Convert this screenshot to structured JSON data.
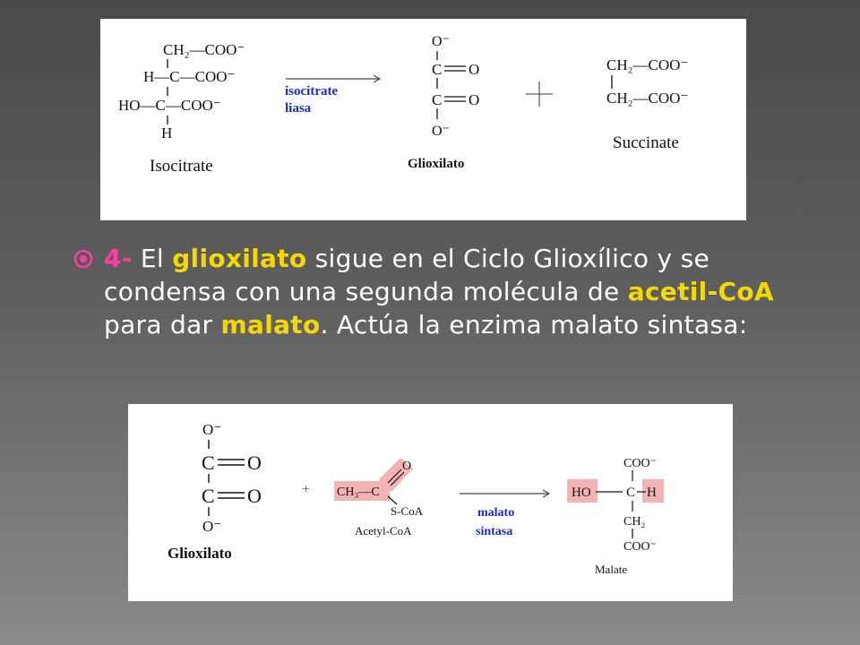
{
  "top_reaction": {
    "reactant_lines": [
      "CH₂—COO⁻",
      "H—C—COO⁻",
      "HO—C—COO⁻",
      "H"
    ],
    "reactant_name": "Isocitrate",
    "enzyme_line1": "isocitrate",
    "enzyme_line2": "liasa",
    "product1_name": "Glioxilato",
    "plus": "+",
    "product2_lines": [
      "CH₂—COO⁻",
      "CH₂—COO⁻"
    ],
    "product2_name": "Succinate",
    "oxy_top": "O⁻",
    "oxy_bottom": "O⁻",
    "carbon": "C",
    "oxygen": "O"
  },
  "bullet": {
    "number": "4-",
    "t1": " El ",
    "k1": "glioxilato",
    "t2": " sigue en el Ciclo Glioxílico y se condensa con una segunda molécula de ",
    "k2": "acetil-CoA",
    "t3": " para dar ",
    "k3": "malato",
    "t4": ". Actúa la enzima malato sintasa:"
  },
  "bottom_reaction": {
    "reactant1_name": "Glioxilato",
    "plus": "+",
    "acetyl_left": "CH₃—C",
    "acetyl_o": "O",
    "acetyl_scoa": "S-CoA",
    "acetyl_name": "Acetyl-CoA",
    "enzyme_line1": "malato",
    "enzyme_line2": "sintasa",
    "malate_coo_top": "COO⁻",
    "malate_ho": "HO",
    "malate_c": "C",
    "malate_h": "H",
    "malate_ch2": "CH₂",
    "malate_coo_bottom": "COO⁻",
    "malate_name": "Malate",
    "oxy_top": "O⁻",
    "oxy_bottom": "O⁻",
    "carbon": "C",
    "oxygen": "O"
  },
  "colors": {
    "highlight_pink": "#ff3fa0",
    "highlight_yellow": "#f5d800",
    "enzyme_blue": "#1a2bd6",
    "pink_box": "#f4b3b3"
  }
}
